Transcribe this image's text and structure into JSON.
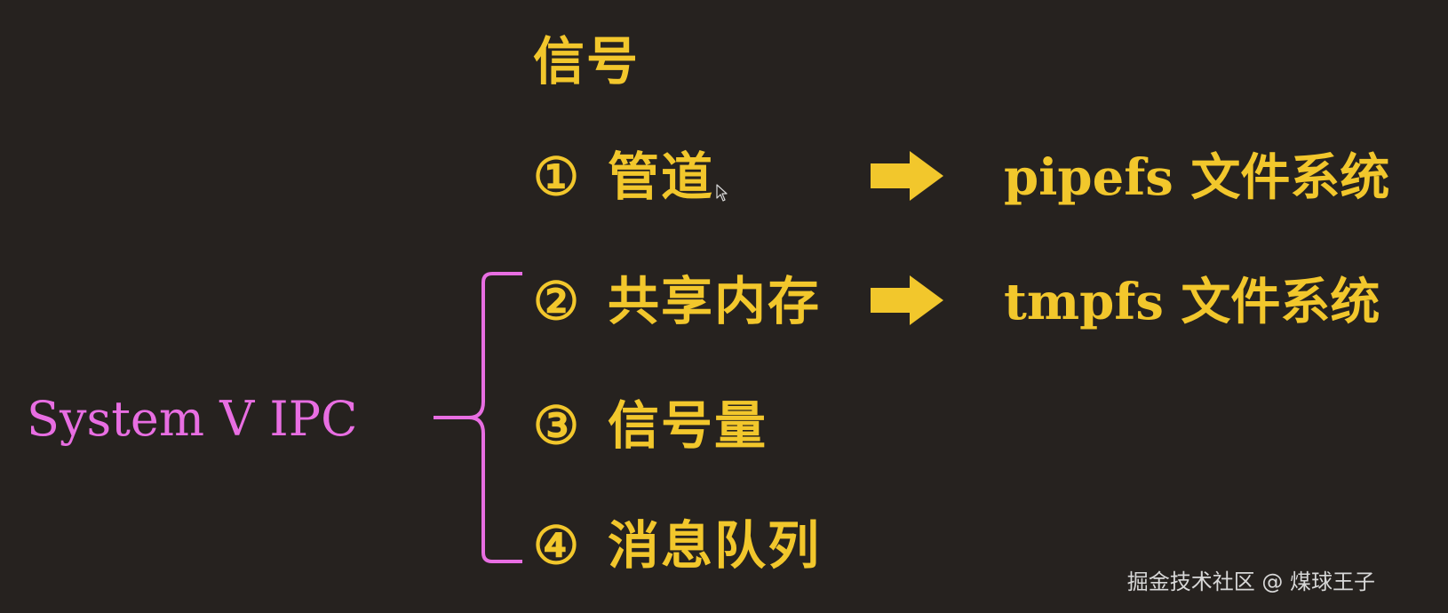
{
  "items": {
    "signal": {
      "label": "信号"
    },
    "pipe": {
      "num": "①",
      "label": "管道"
    },
    "shm": {
      "num": "②",
      "label": "共享内存"
    },
    "sem": {
      "num": "③",
      "label": "信号量"
    },
    "msgq": {
      "num": "④",
      "label": "消息队列"
    }
  },
  "targets": {
    "pipefs": "pipefs 文件系统",
    "tmpfs": "tmpfs 文件系统"
  },
  "group": {
    "label": "System V IPC"
  },
  "watermark": "掘金技术社区 @ 煤球王子",
  "colors": {
    "background": "#26221f",
    "item_text": "#f2c72c",
    "group_text": "#e86ee2",
    "brace": "#e86ee2",
    "arrow": "#f2c72c"
  },
  "icons": {
    "arrow": "arrow-right-icon",
    "cursor": "mouse-cursor-icon"
  }
}
